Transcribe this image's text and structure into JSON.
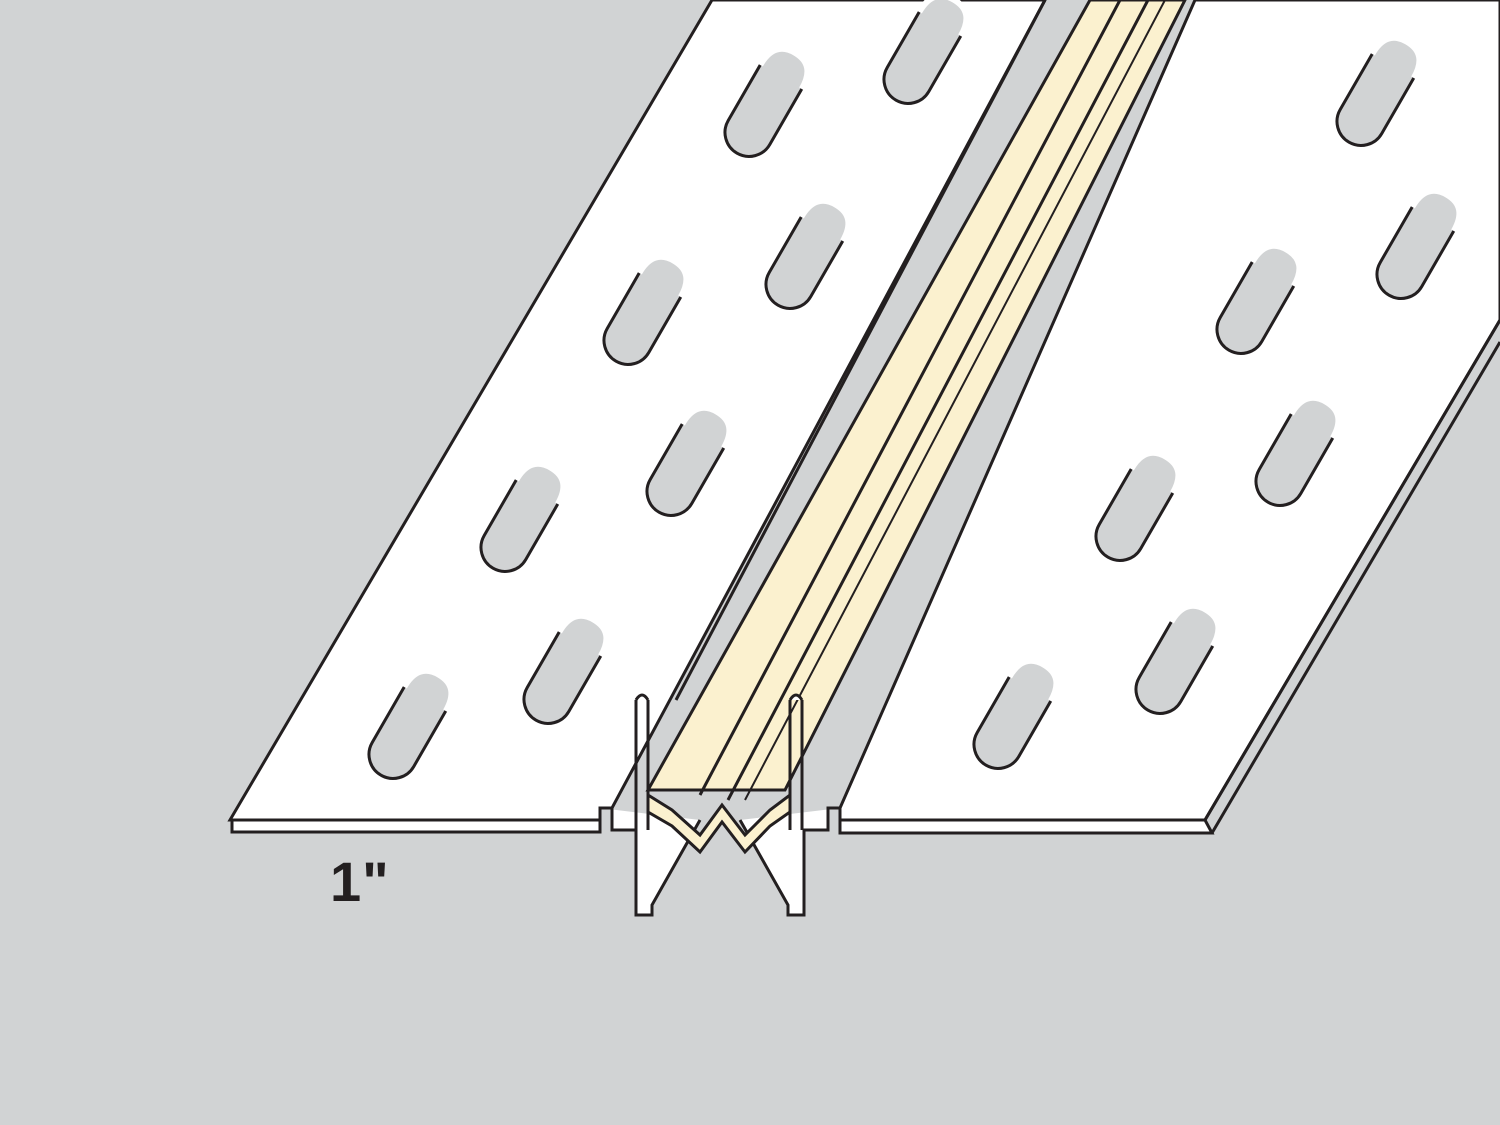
{
  "dimension_label": "1\"",
  "colors": {
    "background": "#d1d3d4",
    "flange": "#ffffff",
    "outline": "#231f20",
    "vinyl_insert": "#fbf1cf",
    "slot_fill": "#d1d3d4"
  },
  "parts": {
    "left_flange": "perforated-flange",
    "right_flange": "perforated-flange",
    "center_insert": "expansion-joint-insert"
  }
}
